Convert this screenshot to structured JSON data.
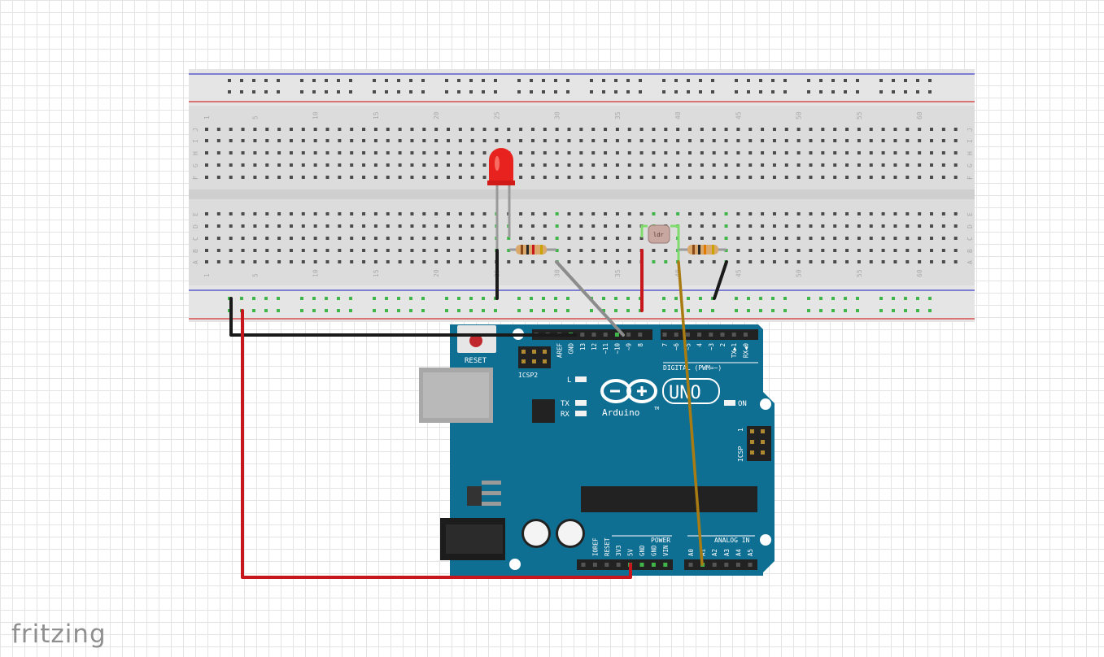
{
  "app": {
    "brand": "fritzing"
  },
  "breadboard": {
    "column_numbers": [
      "1",
      "5",
      "10",
      "15",
      "20",
      "25",
      "30",
      "35",
      "40",
      "45",
      "50",
      "55",
      "60"
    ],
    "rows_top": [
      "J",
      "I",
      "H",
      "G",
      "F"
    ],
    "rows_bottom": [
      "E",
      "D",
      "C",
      "B",
      "A"
    ]
  },
  "arduino": {
    "logo_text": "Arduino",
    "trademark": "TM",
    "model": "UNO",
    "reset_label": "RESET",
    "icsp2_label": "ICSP2",
    "icsp_label": "ICSP",
    "icsp_pin1": "1",
    "on_label": "ON",
    "led_labels": [
      "L",
      "TX",
      "RX"
    ],
    "digital_label": "DIGITAL (PWM=~)",
    "digital_pins": [
      "AREF",
      "GND",
      "13",
      "12",
      "~11",
      "~10",
      "~9",
      "8",
      "7",
      "~6",
      "~5",
      "4",
      "~3",
      "2",
      "TX▶1",
      "RX◀0"
    ],
    "power_label": "POWER",
    "power_pins": [
      "IOREF",
      "RESET",
      "3V3",
      "5V",
      "GND",
      "GND",
      "VIN"
    ],
    "analog_label": "ANALOG IN",
    "analog_pins": [
      "A0",
      "A1",
      "A2",
      "A3",
      "A4",
      "A5"
    ]
  },
  "components": {
    "photoresistor_marking": "ldr"
  },
  "colors": {
    "board": "#0f6f93",
    "wire_black": "#1a1a1a",
    "wire_red": "#c8161d",
    "wire_gray": "#8c8c8c",
    "wire_orange": "#a87c12",
    "led": "#e8231f",
    "rail_blue": "#4040c8",
    "rail_red": "#d03030",
    "connected_hole": "#3fb54a"
  }
}
